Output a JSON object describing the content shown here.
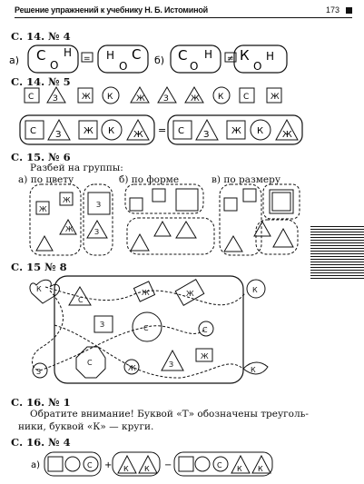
{
  "header": {
    "title": "Решение упражнений к учебнику Н. Б. Истоминой",
    "page_number": "173"
  },
  "sections": {
    "s1": {
      "title": "С. 14. № 4"
    },
    "s2": {
      "title": "С. 14. № 5"
    },
    "s3": {
      "title": "С. 15. № 6",
      "prompt": "Разбей на группы:",
      "a": "а) по цвету",
      "b": "б) по форме",
      "c": "в) по размеру"
    },
    "s4": {
      "title": "С. 15 № 8"
    },
    "s5": {
      "title": "С. 16. № 1",
      "line1": "Обратите внимание! Буквой «Т» обозначены треуголь-",
      "line2": "ники, буквой «К» — круги."
    },
    "s6": {
      "title": "С. 16. № 4"
    }
  },
  "ex4": {
    "a_label": "а)",
    "b_label": "б)",
    "box1": [
      "С",
      "Н",
      "О"
    ],
    "box2": [
      "Н",
      "С",
      "О"
    ],
    "box3": [
      "С",
      "Н",
      "О"
    ],
    "box4": [
      "К",
      "Н",
      "О"
    ],
    "eq": "=",
    "neq": "≠"
  },
  "ex5": {
    "row": [
      "С",
      "З",
      "Ж",
      "К",
      "Ж",
      "З",
      "Ж",
      "К",
      "С",
      "Ж"
    ],
    "left_group": [
      "С",
      "З",
      "Ж",
      "К",
      "Ж"
    ],
    "right_group": [
      "С",
      "З",
      "Ж",
      "К",
      "Ж"
    ],
    "eq": "="
  },
  "ex6": {
    "letters": [
      "Ж",
      "Ж",
      "З",
      "Ж",
      "З"
    ]
  },
  "ex8": {
    "labels": [
      "К",
      "С",
      "Ж",
      "Ж",
      "К",
      "З",
      "С",
      "С",
      "З",
      "С",
      "Ж",
      "З",
      "Ж",
      "К"
    ]
  },
  "ex16": {
    "a_label": "а)",
    "circle_letter": "С",
    "k": "К",
    "plus": "+",
    "minus": "−"
  }
}
